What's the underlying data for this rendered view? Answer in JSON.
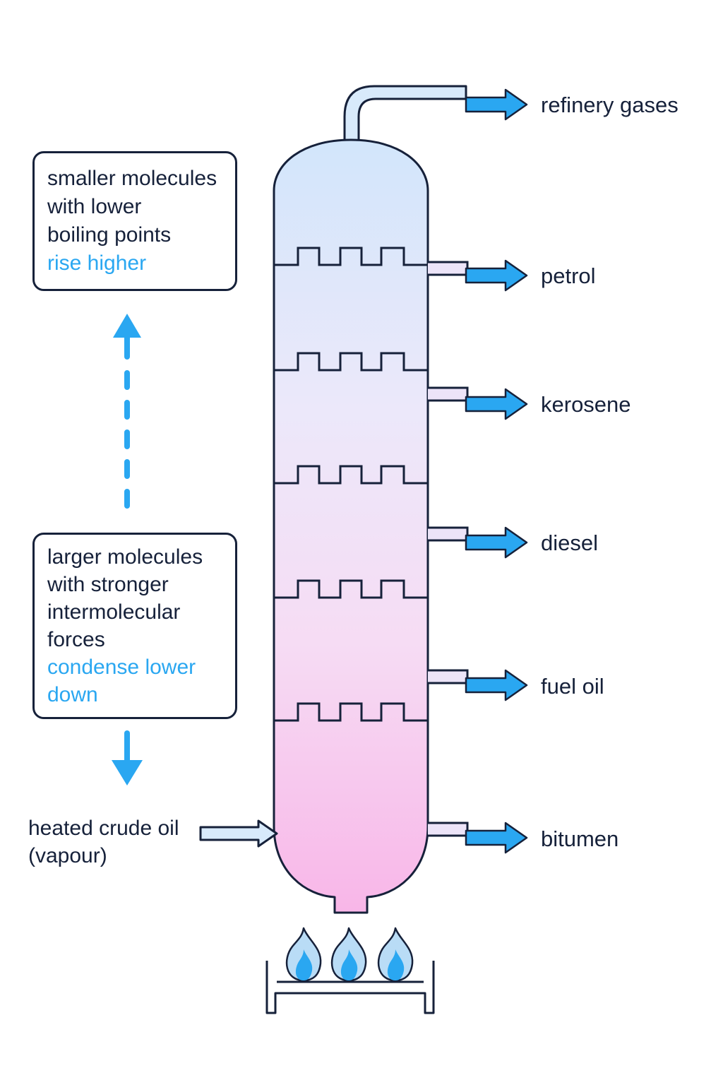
{
  "products": [
    {
      "label": "refinery gases"
    },
    {
      "label": "petrol"
    },
    {
      "label": "kerosene"
    },
    {
      "label": "diesel"
    },
    {
      "label": "fuel oil"
    },
    {
      "label": "bitumen"
    }
  ],
  "top_box": {
    "lines": [
      "smaller molecules",
      "with lower",
      "boiling points"
    ],
    "highlight": "rise higher"
  },
  "bottom_box": {
    "lines": [
      "larger molecules",
      "with stronger",
      "intermolecular",
      "forces"
    ],
    "highlight_lines": [
      "condense lower",
      "down"
    ]
  },
  "feed": {
    "lines": [
      "heated crude oil",
      "(vapour)"
    ]
  },
  "colors": {
    "outline": "#16213a",
    "accent_blue": "#2aa7f1",
    "column_top": "#d2e6fb",
    "column_bottom": "#f8b6e8",
    "flame_outer": "#b9dcf6",
    "flame_inner": "#2aa7f1"
  },
  "icons": [
    "flame-icon",
    "burner-stand-icon",
    "arrow-right-icon",
    "arrow-up-icon",
    "arrow-down-icon"
  ]
}
